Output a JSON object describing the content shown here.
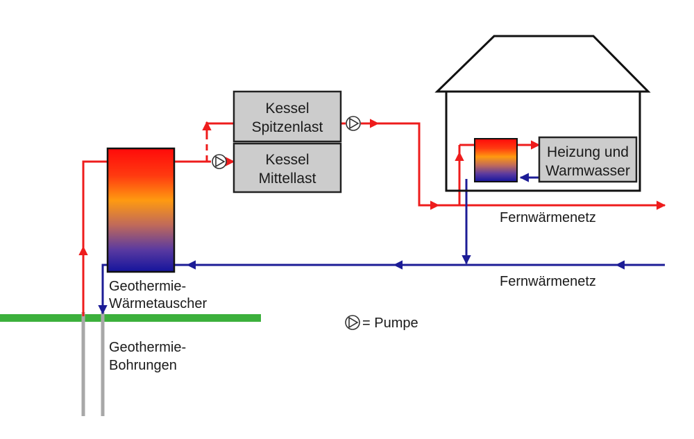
{
  "labels": {
    "kessel_spitzenlast": [
      "Kessel",
      "Spitzenlast"
    ],
    "kessel_mittellast": [
      "Kessel",
      "Mittellast"
    ],
    "heizung": [
      "Heizung und",
      "Warmwasser"
    ],
    "fernwaermenetz_supply": "Fernwärmenetz",
    "fernwaermenetz_return": "Fernwärmenetz",
    "waermetauscher": [
      "Geothermie-",
      "Wärmetauscher"
    ],
    "bohrungen": [
      "Geothermie-",
      "Bohrungen"
    ],
    "pumpe_legend": "= Pumpe"
  },
  "colors": {
    "supply": "#ee1c1c",
    "return": "#1c1c96",
    "ground": "#3cb03c",
    "boiler_fill": "#cccccc",
    "pipe": "#aaaaaa"
  }
}
